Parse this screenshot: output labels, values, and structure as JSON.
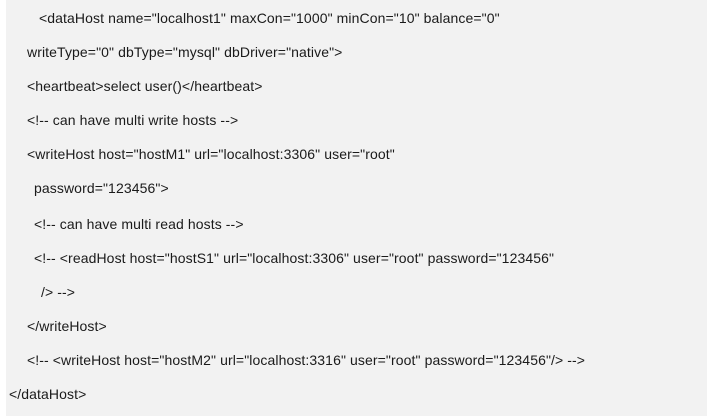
{
  "code": {
    "lines": [
      "<dataHost name=\"localhost1\" maxCon=\"1000\" minCon=\"10\" balance=\"0\"",
      "writeType=\"0\" dbType=\"mysql\" dbDriver=\"native\">",
      "<heartbeat>select user()</heartbeat>",
      "<!-- can have multi write hosts -->",
      "<writeHost host=\"hostM1\" url=\"localhost:3306\" user=\"root\"",
      "password=\"123456\">",
      "<!-- can have multi read hosts -->",
      "<!-- <readHost host=\"hostS1\" url=\"localhost:3306\" user=\"root\" password=\"123456\"",
      "/> -->",
      "</writeHost>",
      "<!-- <writeHost host=\"hostM2\" url=\"localhost:3316\" user=\"root\" password=\"123456\"/> -->",
      "</dataHost>"
    ]
  }
}
